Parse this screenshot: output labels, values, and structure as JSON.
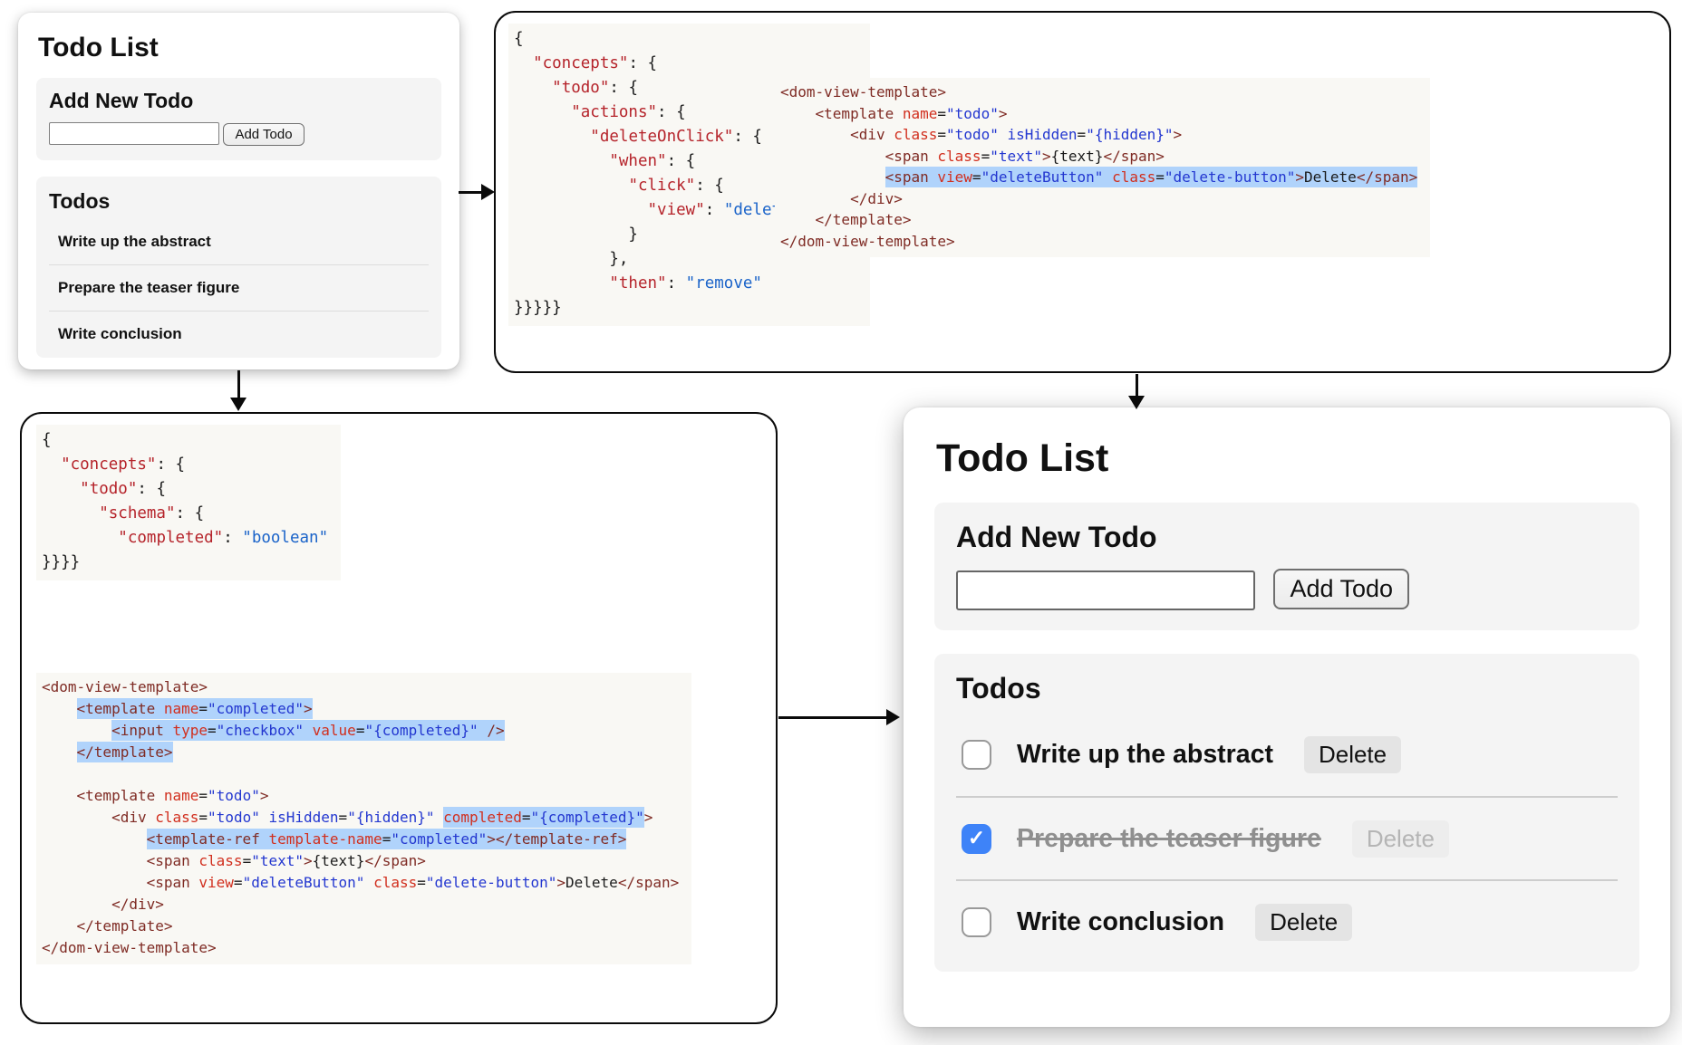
{
  "colors": {
    "accent_blue": "#3e83f8",
    "selection_highlight": "#b0d3fb",
    "json_key": "#b5232a",
    "json_value": "#1a63c9",
    "tag": "#7f2b24",
    "attr_name": "#d12f1e",
    "attr_value": "#2337d0"
  },
  "small_card": {
    "title": "Todo List",
    "add": {
      "heading": "Add New Todo",
      "input_value": "",
      "button_label": "Add Todo"
    },
    "todos": {
      "heading": "Todos",
      "items": [
        "Write up the abstract",
        "Prepare the teaser figure",
        "Write conclusion"
      ]
    }
  },
  "large_card": {
    "title": "Todo List",
    "add": {
      "heading": "Add New Todo",
      "input_value": "",
      "button_label": "Add Todo"
    },
    "todos": {
      "heading": "Todos",
      "delete_label": "Delete",
      "items": [
        {
          "label": "Write up the abstract",
          "completed": false
        },
        {
          "label": "Prepare the teaser figure",
          "completed": true
        },
        {
          "label": "Write conclusion",
          "completed": false
        }
      ]
    }
  },
  "top_right_panel": {
    "json_lines": [
      [
        [
          "p",
          "{"
        ]
      ],
      [
        [
          "p",
          "  "
        ],
        [
          "k",
          "\"concepts\""
        ],
        [
          "p",
          ": {"
        ]
      ],
      [
        [
          "p",
          "    "
        ],
        [
          "k",
          "\"todo\""
        ],
        [
          "p",
          ": {"
        ]
      ],
      [
        [
          "p",
          "      "
        ],
        [
          "k",
          "\"actions\""
        ],
        [
          "p",
          ": {"
        ]
      ],
      [
        [
          "p",
          "        "
        ],
        [
          "k",
          "\"deleteOnClick\""
        ],
        [
          "p",
          ": {"
        ]
      ],
      [
        [
          "p",
          "          "
        ],
        [
          "k",
          "\"when\""
        ],
        [
          "p",
          ": {"
        ]
      ],
      [
        [
          "p",
          "            "
        ],
        [
          "k",
          "\"click\""
        ],
        [
          "p",
          ": {"
        ]
      ],
      [
        [
          "p",
          "              "
        ],
        [
          "k",
          "\"view\""
        ],
        [
          "p",
          ": "
        ],
        [
          "v",
          "\"deleteButton\""
        ]
      ],
      [
        [
          "p",
          "            }"
        ]
      ],
      [
        [
          "p",
          "          },"
        ]
      ],
      [
        [
          "p",
          "          "
        ],
        [
          "k",
          "\"then\""
        ],
        [
          "p",
          ": "
        ],
        [
          "v",
          "\"remove\""
        ]
      ],
      [
        [
          "p",
          "}}}}}"
        ]
      ]
    ],
    "html_lines": [
      [
        [
          "t",
          "<dom-view-template>"
        ]
      ],
      [
        [
          "p",
          "    "
        ],
        [
          "t",
          "<template "
        ],
        [
          "a",
          "name"
        ],
        [
          "p",
          "="
        ],
        [
          "s",
          "\"todo\""
        ],
        [
          "t",
          ">"
        ]
      ],
      [
        [
          "p",
          "        "
        ],
        [
          "t",
          "<div "
        ],
        [
          "a",
          "class"
        ],
        [
          "p",
          "="
        ],
        [
          "s",
          "\"todo\""
        ],
        [
          "p",
          " "
        ],
        [
          "s",
          "isHidden"
        ],
        [
          "p",
          "="
        ],
        [
          "s",
          "\"{hidden}\""
        ],
        [
          "t",
          ">"
        ]
      ],
      [
        [
          "p",
          "            "
        ],
        [
          "t",
          "<span "
        ],
        [
          "a",
          "class"
        ],
        [
          "p",
          "="
        ],
        [
          "s",
          "\"text\""
        ],
        [
          "t",
          ">"
        ],
        [
          "p",
          "{text}"
        ],
        [
          "t",
          "</span>"
        ]
      ],
      [
        [
          "p",
          "            "
        ],
        [
          "t",
          "<span ",
          1
        ],
        [
          "a",
          "view",
          1
        ],
        [
          "p",
          "=",
          1
        ],
        [
          "s",
          "\"deleteButton\"",
          1
        ],
        [
          "p",
          " ",
          1
        ],
        [
          "a",
          "class",
          1
        ],
        [
          "p",
          "=",
          1
        ],
        [
          "s",
          "\"delete-button\"",
          1
        ],
        [
          "t",
          ">",
          1
        ],
        [
          "p",
          "Delete",
          1
        ],
        [
          "t",
          "</span>",
          1
        ]
      ],
      [
        [
          "p",
          "        "
        ],
        [
          "t",
          "</div>"
        ]
      ],
      [
        [
          "p",
          "    "
        ],
        [
          "t",
          "</template>"
        ]
      ],
      [
        [
          "t",
          "</dom-view-template>"
        ]
      ]
    ]
  },
  "bottom_left_panel": {
    "json_lines": [
      [
        [
          "p",
          "{"
        ]
      ],
      [
        [
          "p",
          "  "
        ],
        [
          "k",
          "\"concepts\""
        ],
        [
          "p",
          ": {"
        ]
      ],
      [
        [
          "p",
          "    "
        ],
        [
          "k",
          "\"todo\""
        ],
        [
          "p",
          ": {"
        ]
      ],
      [
        [
          "p",
          "      "
        ],
        [
          "k",
          "\"schema\""
        ],
        [
          "p",
          ": {"
        ]
      ],
      [
        [
          "p",
          "        "
        ],
        [
          "k",
          "\"completed\""
        ],
        [
          "p",
          ": "
        ],
        [
          "v",
          "\"boolean\""
        ]
      ],
      [
        [
          "p",
          "}}}}"
        ]
      ]
    ],
    "html_lines": [
      [
        [
          "t",
          "<dom-view-template>"
        ]
      ],
      [
        [
          "p",
          "    "
        ],
        [
          "t",
          "<template ",
          1
        ],
        [
          "a",
          "name",
          1
        ],
        [
          "p",
          "=",
          1
        ],
        [
          "s",
          "\"completed\"",
          1
        ],
        [
          "t",
          ">",
          1
        ]
      ],
      [
        [
          "p",
          "        "
        ],
        [
          "t",
          "<input ",
          1
        ],
        [
          "a",
          "type",
          1
        ],
        [
          "p",
          "=",
          1
        ],
        [
          "s",
          "\"checkbox\"",
          1
        ],
        [
          "p",
          " ",
          1
        ],
        [
          "a",
          "value",
          1
        ],
        [
          "p",
          "=",
          1
        ],
        [
          "s",
          "\"{completed}\"",
          1
        ],
        [
          "t",
          " />",
          1
        ]
      ],
      [
        [
          "p",
          "    "
        ],
        [
          "t",
          "</template>",
          1
        ]
      ],
      [],
      [
        [
          "p",
          "    "
        ],
        [
          "t",
          "<template "
        ],
        [
          "a",
          "name"
        ],
        [
          "p",
          "="
        ],
        [
          "s",
          "\"todo\""
        ],
        [
          "t",
          ">"
        ]
      ],
      [
        [
          "p",
          "        "
        ],
        [
          "t",
          "<div "
        ],
        [
          "a",
          "class"
        ],
        [
          "p",
          "="
        ],
        [
          "s",
          "\"todo\""
        ],
        [
          "p",
          " "
        ],
        [
          "s",
          "isHidden"
        ],
        [
          "p",
          "="
        ],
        [
          "s",
          "\"{hidden}\""
        ],
        [
          "p",
          " "
        ],
        [
          "a",
          "completed",
          1
        ],
        [
          "p",
          "=",
          1
        ],
        [
          "s",
          "\"{completed}\"",
          1
        ],
        [
          "t",
          ">"
        ]
      ],
      [
        [
          "p",
          "            "
        ],
        [
          "t",
          "<template-ref ",
          1
        ],
        [
          "a",
          "template-name",
          1
        ],
        [
          "p",
          "=",
          1
        ],
        [
          "s",
          "\"completed\"",
          1
        ],
        [
          "t",
          "></template-ref>",
          1
        ]
      ],
      [
        [
          "p",
          "            "
        ],
        [
          "t",
          "<span "
        ],
        [
          "a",
          "class"
        ],
        [
          "p",
          "="
        ],
        [
          "s",
          "\"text\""
        ],
        [
          "t",
          ">"
        ],
        [
          "p",
          "{text}"
        ],
        [
          "t",
          "</span>"
        ]
      ],
      [
        [
          "p",
          "            "
        ],
        [
          "t",
          "<span "
        ],
        [
          "a",
          "view"
        ],
        [
          "p",
          "="
        ],
        [
          "s",
          "\"deleteButton\""
        ],
        [
          "p",
          " "
        ],
        [
          "a",
          "class"
        ],
        [
          "p",
          "="
        ],
        [
          "s",
          "\"delete-button\""
        ],
        [
          "t",
          ">"
        ],
        [
          "p",
          "Delete"
        ],
        [
          "t",
          "</span>"
        ]
      ],
      [
        [
          "p",
          "        "
        ],
        [
          "t",
          "</div>"
        ]
      ],
      [
        [
          "p",
          "    "
        ],
        [
          "t",
          "</template>"
        ]
      ],
      [
        [
          "t",
          "</dom-view-template>"
        ]
      ]
    ]
  }
}
